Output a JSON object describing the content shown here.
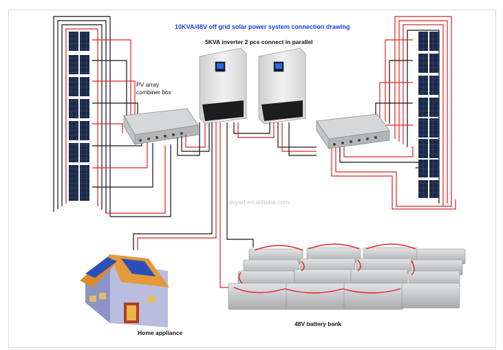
{
  "diagram": {
    "title": "10KVA/48V off grid solar power system connection drawing",
    "subtitle": "5KVA inverter 2 pcs connect in parallel",
    "pv_label_line1": "PV array",
    "pv_label_line2": "combiner box",
    "watermark": "duyad.en.alibaba.com",
    "home_label": "Home appliance",
    "battery_label": "48V battery bank"
  },
  "colors": {
    "title": "#1a3fd6",
    "wire_positive": "#e02020",
    "wire_negative": "#111111",
    "panel": "#1c2a4a",
    "inverter_body": "#e6e6e6",
    "battery": "#c9cbcd",
    "roof": "#d98a2b",
    "house_wall": "#b9bde0"
  },
  "icons": {
    "solar_panel": "solar-panel-icon",
    "combiner_box": "combiner-box-icon",
    "inverter": "inverter-icon",
    "battery": "battery-icon",
    "house": "house-icon"
  }
}
